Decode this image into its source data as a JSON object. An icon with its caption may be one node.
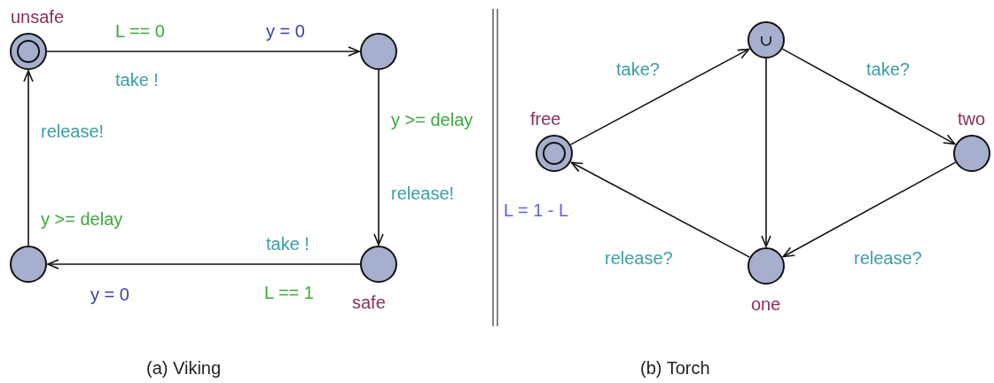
{
  "diagram": {
    "nodes": [
      {
        "text": [
          "unsafe"
        ]
      },
      {
        "text": [],
        "shape": "circle"
      },
      {
        "text": [],
        "shape": "circle"
      },
      {
        "text": [
          "safe"
        ]
      },
      {
        "text": [],
        "shape": "circle"
      },
      {
        "text": [
          "free"
        ]
      },
      {
        "text": [
          "two"
        ]
      },
      {
        "text": [
          "one"
        ]
      }
    ],
    "edges": [
      {
        "from": 0,
        "to": 1,
        "arrow": "to",
        "label": "take !"
      },
      {
        "from": 1,
        "to": 3,
        "arrow": "to",
        "label": "release!"
      },
      {
        "from": 3,
        "to": 2,
        "arrow": "to",
        "label": "take !"
      },
      {
        "from": 2,
        "to": 0,
        "arrow": "to",
        "label": "release!"
      },
      {
        "from": 5,
        "to": 4,
        "arrow": "to",
        "label": "take?"
      },
      {
        "from": 4,
        "to": 6,
        "arrow": "to",
        "label": "take?"
      },
      {
        "from": 4,
        "to": 7,
        "arrow": "to"
      },
      {
        "from": 6,
        "to": 7,
        "arrow": "to",
        "label": "release?"
      },
      {
        "from": 7,
        "to": 5,
        "arrow": "to",
        "label": "release?"
      }
    ],
    "labels": [
      "L == 0",
      "y = 0",
      "y >= delay",
      "y >= delay",
      "y = 0",
      "L == 1",
      "L = 1 - L",
      "(a) Viking",
      "(b) Torch"
    ]
  }
}
